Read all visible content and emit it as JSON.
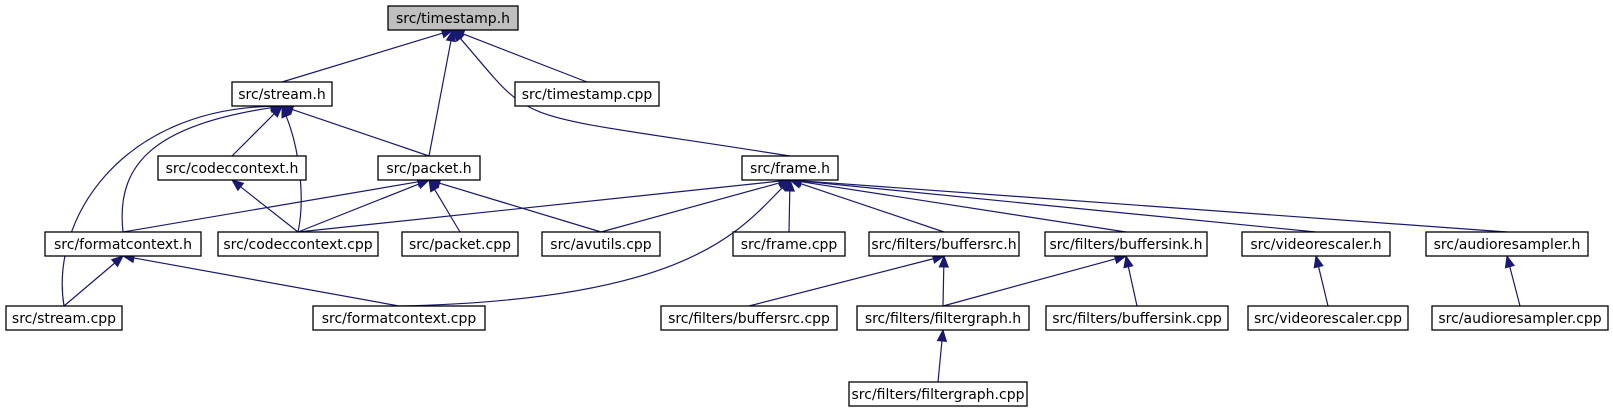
{
  "colors": {
    "edge": "#191970",
    "root_fill": "#bfbfbf",
    "node_fill": "#ffffff",
    "node_border": "#000000"
  },
  "nodes": [
    {
      "id": "timestamp_h",
      "label": "src/timestamp.h",
      "root": true
    },
    {
      "id": "stream_h",
      "label": "src/stream.h"
    },
    {
      "id": "timestamp_cpp",
      "label": "src/timestamp.cpp"
    },
    {
      "id": "codeccontext_h",
      "label": "src/codeccontext.h"
    },
    {
      "id": "packet_h",
      "label": "src/packet.h"
    },
    {
      "id": "frame_h",
      "label": "src/frame.h"
    },
    {
      "id": "formatcontext_h",
      "label": "src/formatcontext.h"
    },
    {
      "id": "codeccontext_cpp",
      "label": "src/codeccontext.cpp"
    },
    {
      "id": "packet_cpp",
      "label": "src/packet.cpp"
    },
    {
      "id": "avutils_cpp",
      "label": "src/avutils.cpp"
    },
    {
      "id": "frame_cpp",
      "label": "src/frame.cpp"
    },
    {
      "id": "buffersrc_h",
      "label": "src/filters/buffersrc.h"
    },
    {
      "id": "buffersink_h",
      "label": "src/filters/buffersink.h"
    },
    {
      "id": "videorescaler_h",
      "label": "src/videorescaler.h"
    },
    {
      "id": "audioresampler_h",
      "label": "src/audioresampler.h"
    },
    {
      "id": "stream_cpp",
      "label": "src/stream.cpp"
    },
    {
      "id": "formatcontext_cpp",
      "label": "src/formatcontext.cpp"
    },
    {
      "id": "buffersrc_cpp",
      "label": "src/filters/buffersrc.cpp"
    },
    {
      "id": "filtergraph_h",
      "label": "src/filters/filtergraph.h"
    },
    {
      "id": "buffersink_cpp",
      "label": "src/filters/buffersink.cpp"
    },
    {
      "id": "videorescaler_cpp",
      "label": "src/videorescaler.cpp"
    },
    {
      "id": "audioresampler_cpp",
      "label": "src/audioresampler.cpp"
    },
    {
      "id": "filtergraph_cpp",
      "label": "src/filters/filtergraph.cpp"
    }
  ],
  "edges": [
    {
      "from": "stream_h",
      "to": "timestamp_h"
    },
    {
      "from": "packet_h",
      "to": "timestamp_h"
    },
    {
      "from": "timestamp_cpp",
      "to": "timestamp_h"
    },
    {
      "from": "frame_h",
      "to": "timestamp_h"
    },
    {
      "from": "codeccontext_h",
      "to": "stream_h"
    },
    {
      "from": "packet_h",
      "to": "stream_h"
    },
    {
      "from": "formatcontext_h",
      "to": "stream_h"
    },
    {
      "from": "codeccontext_cpp",
      "to": "stream_h"
    },
    {
      "from": "stream_cpp",
      "to": "stream_h"
    },
    {
      "from": "codeccontext_cpp",
      "to": "codeccontext_h"
    },
    {
      "from": "formatcontext_h",
      "to": "packet_h"
    },
    {
      "from": "codeccontext_cpp",
      "to": "packet_h"
    },
    {
      "from": "packet_cpp",
      "to": "packet_h"
    },
    {
      "from": "avutils_cpp",
      "to": "packet_h"
    },
    {
      "from": "codeccontext_cpp",
      "to": "frame_h"
    },
    {
      "from": "avutils_cpp",
      "to": "frame_h"
    },
    {
      "from": "formatcontext_cpp",
      "to": "frame_h"
    },
    {
      "from": "frame_cpp",
      "to": "frame_h"
    },
    {
      "from": "buffersrc_h",
      "to": "frame_h"
    },
    {
      "from": "buffersink_h",
      "to": "frame_h"
    },
    {
      "from": "videorescaler_h",
      "to": "frame_h"
    },
    {
      "from": "audioresampler_h",
      "to": "frame_h"
    },
    {
      "from": "stream_cpp",
      "to": "formatcontext_h"
    },
    {
      "from": "formatcontext_cpp",
      "to": "formatcontext_h"
    },
    {
      "from": "buffersrc_cpp",
      "to": "buffersrc_h"
    },
    {
      "from": "filtergraph_h",
      "to": "buffersrc_h"
    },
    {
      "from": "filtergraph_h",
      "to": "buffersink_h"
    },
    {
      "from": "buffersink_cpp",
      "to": "buffersink_h"
    },
    {
      "from": "videorescaler_cpp",
      "to": "videorescaler_h"
    },
    {
      "from": "audioresampler_cpp",
      "to": "audioresampler_h"
    },
    {
      "from": "filtergraph_cpp",
      "to": "filtergraph_h"
    }
  ]
}
